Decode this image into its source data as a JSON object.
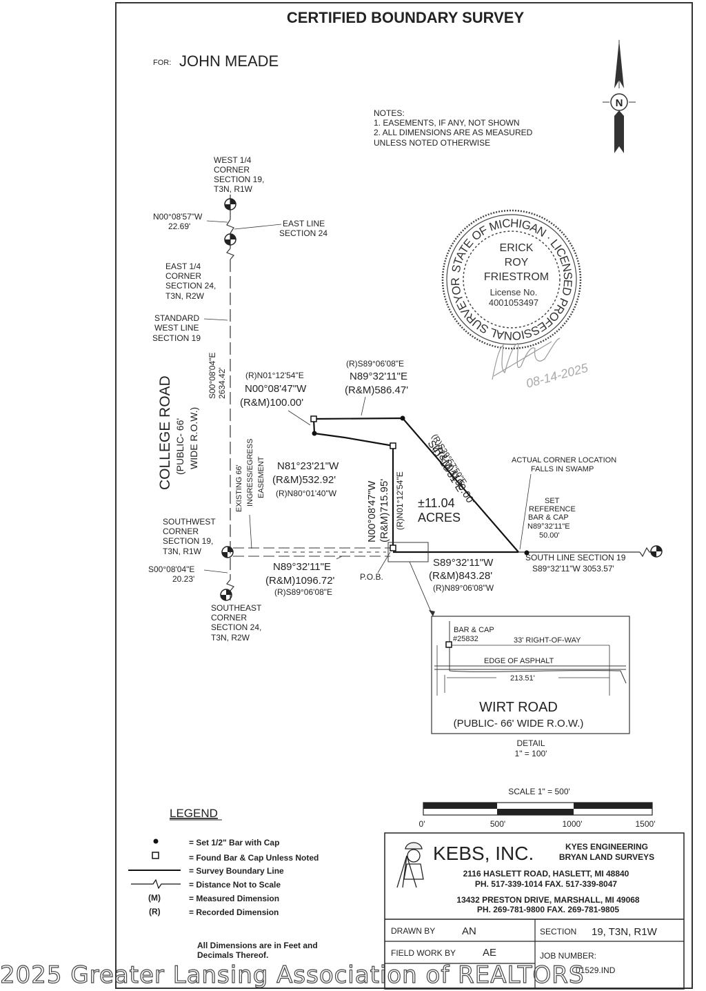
{
  "title": "CERTIFIED BOUNDARY SURVEY",
  "client_prefix": "FOR:",
  "client_name": "JOHN MEADE",
  "north_label": "N",
  "notes": {
    "heading": "NOTES:",
    "line1": "1. EASEMENTS, IF ANY, NOT SHOWN",
    "line2": "2. ALL DIMENSIONS ARE AS MEASURED",
    "line3": "UNLESS NOTED OTHERWISE"
  },
  "seal": {
    "ring_text": "STATE OF MICHIGAN  ·  LICENSED PROFESSIONAL SURVEYOR",
    "name1": "ERICK",
    "name2": "ROY",
    "name3": "FRIESTROM",
    "license_label": "License No.",
    "license_number": "4001053497",
    "sig_date": "08-14-2025"
  },
  "corners": {
    "west_quarter": [
      "WEST 1/4",
      "CORNER",
      "SECTION 19,",
      "T3N, R1W"
    ],
    "east_quarter": [
      "EAST 1/4",
      "CORNER",
      "SECTION 24,",
      "T3N, R2W"
    ],
    "southwest": [
      "SOUTHWEST",
      "CORNER",
      "SECTION 19,",
      "T3N, R1W"
    ],
    "southeast": [
      "SOUTHEAST",
      "CORNER",
      "SECTION 24,",
      "T3N, R2W"
    ]
  },
  "labels": {
    "n_short_bearing": "N00°08'57\"W",
    "n_short_dist": "22.69'",
    "east_line": [
      "EAST LINE",
      "SECTION 24"
    ],
    "std_west_line": [
      "STANDARD",
      "WEST LINE",
      "SECTION 19"
    ],
    "west_line_bearing": "S00°08'04\"E",
    "west_line_dist": "2634.42'",
    "college_road": "COLLEGE ROAD",
    "college_road_sub1": "(PUBLIC- 66'",
    "college_road_sub2": "WIDE R.O.W.)",
    "easement": [
      "EXISTING 66'",
      "INGRESS/EGRESS",
      "EASEMENT"
    ],
    "s_short_bearing": "S00°08'04\"E",
    "s_short_dist": "20.23'",
    "north_rec": "(R)S89°06'08\"E",
    "north_bearing": "N89°32'11\"E",
    "north_dist": "(R&M)586.47'",
    "nw_rec": "(R)N01°12'54\"E",
    "nw_bearing": "N00°08'47\"W",
    "nw_dist": "(R&M)100.00'",
    "diag_rec": "(R)S39°57'50\"E",
    "diag_bearing": "S41°19'31\"E",
    "diag_dist": "(R&M)1190.00'",
    "mid_bearing": "N81°23'21\"W",
    "mid_dist": "(R&M)532.92'",
    "mid_rec": "(R)N80°01'40\"W",
    "inner_bearing": "N00°08'47\"W",
    "inner_dist": "(R&M)715.95'",
    "inner_rec": "(R)N01°12'54\"E",
    "acres": "±11.04",
    "acres_label": "ACRES",
    "actual_corner": [
      "ACTUAL CORNER LOCATION",
      "FALLS IN SWAMP"
    ],
    "set_ref": [
      "SET",
      "REFERENCE",
      "BAR & CAP",
      "N89°32'11\"E",
      "50.00'"
    ],
    "south_w_bearing": "N89°32'11\"E",
    "south_w_dist": "(R&M)1096.72'",
    "south_w_rec": "(R)S89°06'08\"E",
    "pob": "P.O.B.",
    "south_e_bearing": "S89°32'11\"W",
    "south_e_dist": "(R&M)843.28'",
    "south_e_rec": "(R)N89°06'08\"W",
    "south_line": "SOUTH LINE SECTION 19",
    "south_line_full": "S89°32'11\"W 3053.57'"
  },
  "detail": {
    "bar_cap": "BAR & CAP",
    "bar_cap_no": "#25832",
    "row": "33' RIGHT-OF-WAY",
    "edge": "EDGE OF ASPHALT",
    "dist": "213.51'",
    "road": "WIRT ROAD",
    "road_sub": "(PUBLIC- 66' WIDE R.O.W.)",
    "caption": "DETAIL",
    "caption_scale": "1\" = 100'"
  },
  "scale": {
    "label": "SCALE 1\" = 500'",
    "ticks": [
      "0'",
      "500'",
      "1000'",
      "1500'"
    ]
  },
  "legend": {
    "heading": "LEGEND",
    "items": [
      {
        "key": "",
        "text": "= Set 1/2\" Bar with Cap"
      },
      {
        "key": "",
        "text": "= Found Bar & Cap Unless Noted"
      },
      {
        "key": "",
        "text": "= Survey Boundary Line"
      },
      {
        "key": "",
        "text": "= Distance Not to Scale"
      },
      {
        "key": "(M)",
        "text": "= Measured Dimension"
      },
      {
        "key": "(R)",
        "text": "= Recorded Dimension"
      }
    ],
    "footer1": "All Dimensions are in Feet and",
    "footer2": "Decimals Thereof."
  },
  "title_block": {
    "firm": "KEBS, INC.",
    "firm_sub1": "KYES ENGINEERING",
    "firm_sub2": "BRYAN LAND SURVEYS",
    "addr1": "2116 HASLETT ROAD, HASLETT, MI 48840",
    "phone1": "PH. 517-339-1014  FAX. 517-339-8047",
    "addr2": "13432 PRESTON DRIVE, MARSHALL, MI 49068",
    "phone2": "PH. 269-781-9800  FAX. 269-781-9805",
    "drawn_by_label": "DRAWN BY",
    "drawn_by": "AN",
    "section_label": "SECTION",
    "section": "19, T3N, R1W",
    "field_label": "FIELD WORK BY",
    "field_by": "AE",
    "job_label": "JOB NUMBER:",
    "job_number": "01529.IND"
  },
  "watermark": "2025 Greater Lansing Association of REALTORS"
}
